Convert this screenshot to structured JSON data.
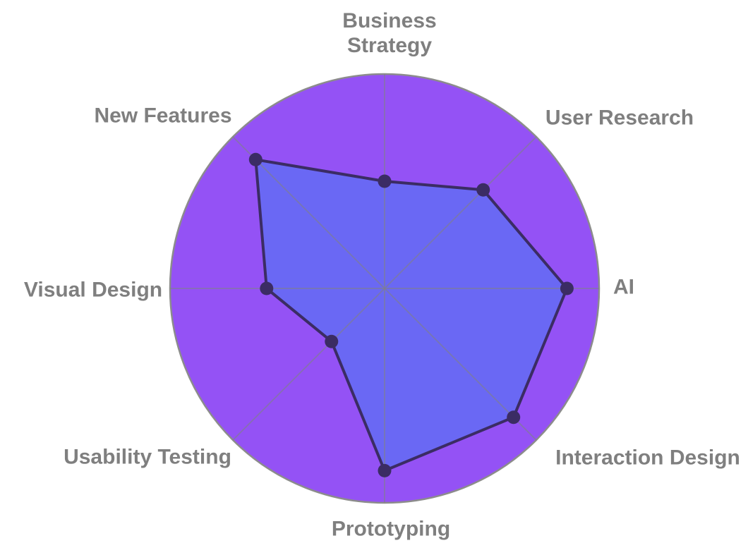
{
  "chart_data": {
    "type": "radar",
    "title": "",
    "categories": [
      "Business Strategy",
      "User Research",
      "AI",
      "Interaction Design",
      "Prototyping",
      "Usability Testing",
      "Visual Design",
      "New Features"
    ],
    "values": [
      5,
      6.5,
      8.5,
      8.5,
      8.5,
      3.5,
      5.5,
      8.5
    ],
    "scale_max": 10,
    "axes_count": 8,
    "start_angle_deg": -90,
    "direction": "clockwise",
    "grid": "8 gray spokes from center to a single outer ring; no radial tick labels",
    "legend_position": "none",
    "colors": {
      "background": "#ffffff",
      "outer_fill": "#9452F5",
      "series_fill": "#6A68F4",
      "series_stroke": "#3B2C64",
      "point_fill": "#3B2C64",
      "spoke": "rgba(128,128,140,0.65)",
      "ring_stroke": "#8c8c8c",
      "label": "#7f7f7f"
    }
  }
}
